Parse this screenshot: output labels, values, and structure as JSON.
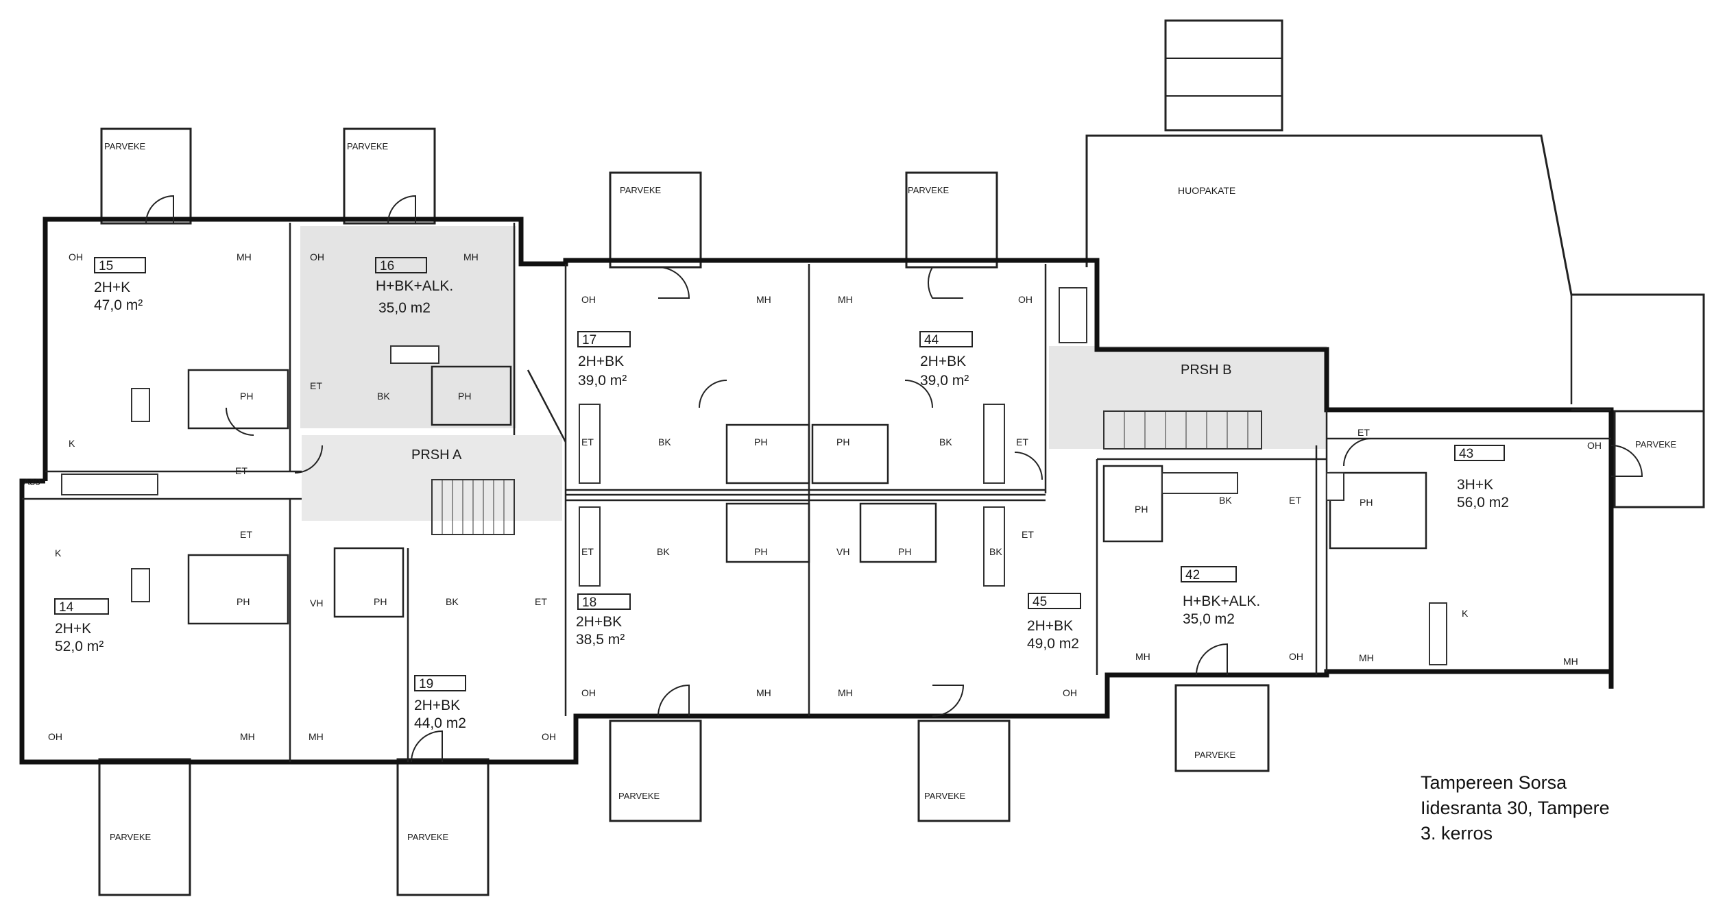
{
  "apartments": [
    {
      "number": "15",
      "type": "2H+K",
      "area": "47,0 m²"
    },
    {
      "number": "16",
      "type": "H+BK+ALK.",
      "area": "35,0 m2"
    },
    {
      "number": "17",
      "type": "2H+BK",
      "area": "39,0 m²"
    },
    {
      "number": "44",
      "type": "2H+BK",
      "area": "39,0 m²"
    },
    {
      "number": "43",
      "type": "3H+K",
      "area": "56,0 m2"
    },
    {
      "number": "14",
      "type": "2H+K",
      "area": "52,0 m²"
    },
    {
      "number": "19",
      "type": "2H+BK",
      "area": "44,0 m2"
    },
    {
      "number": "18",
      "type": "2H+BK",
      "area": "38,5 m²"
    },
    {
      "number": "45",
      "type": "2H+BK",
      "area": "49,0 m2"
    },
    {
      "number": "42",
      "type": "H+BK+ALK.",
      "area": "35,0 m2"
    }
  ],
  "stairs": {
    "a": "PRSH A",
    "b": "PRSH B"
  },
  "roof_label": "HUOPAKATE",
  "balcony_label": "PARVEKE",
  "grid_label": "A30",
  "room_codes": {
    "oh": "OH",
    "mh": "MH",
    "k": "K",
    "ph": "PH",
    "et": "ET",
    "bk": "BK",
    "vh": "VH"
  },
  "caption": {
    "line1": "Tampereen Sorsa",
    "line2": "Iidesranta 30, Tampere",
    "line3": "3. kerros"
  }
}
